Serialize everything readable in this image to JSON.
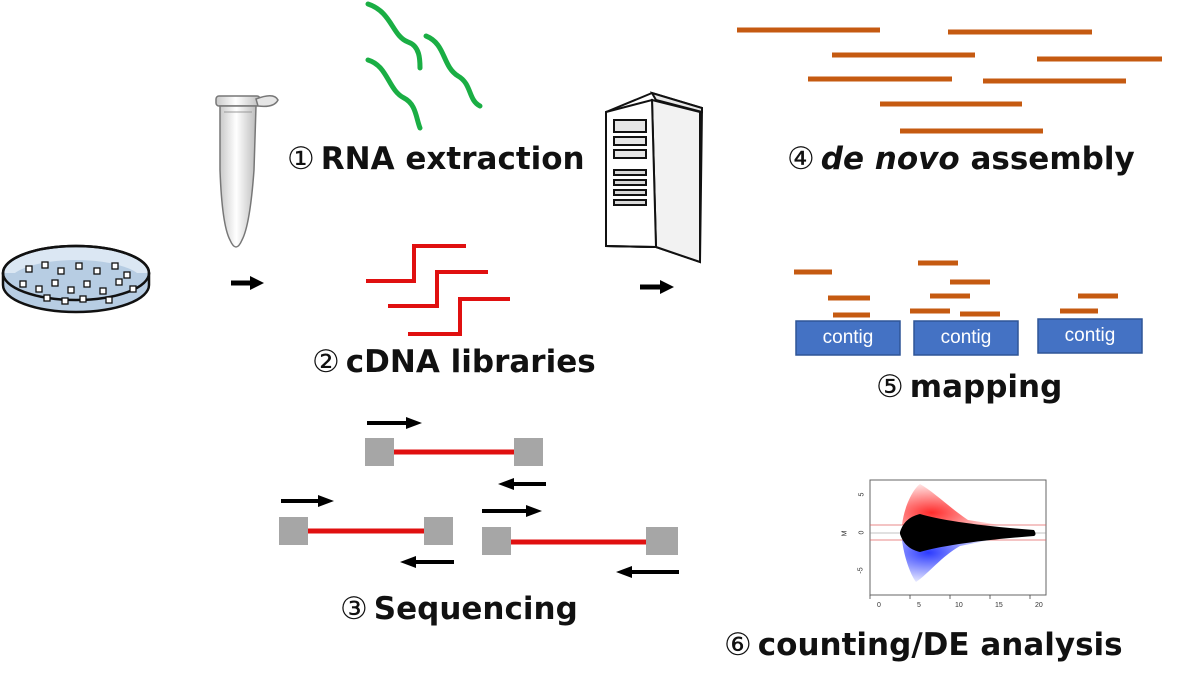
{
  "steps": [
    {
      "num": "①",
      "text": "RNA extraction"
    },
    {
      "num": "②",
      "text": "cDNA libraries"
    },
    {
      "num": "③",
      "text": "Sequencing"
    },
    {
      "num": "④",
      "text_italic": "de novo",
      "text": " assembly"
    },
    {
      "num": "⑤",
      "text": "mapping"
    },
    {
      "num": "⑥",
      "text": "counting/DE analysis"
    }
  ],
  "contigs": [
    {
      "label": "contig"
    },
    {
      "label": "contig"
    },
    {
      "label": "contig"
    }
  ],
  "ma_plot": {
    "y_axis_label": "M",
    "y_ticks": [
      "5",
      "0",
      "-5"
    ],
    "x_ticks": [
      "0",
      "5",
      "10",
      "15",
      "20"
    ]
  },
  "colors": {
    "rna_strand": "#1aae44",
    "cdna": "#e01010",
    "read": "#c55a11",
    "contig": "#4472c4",
    "adapter": "#a6a6a6",
    "up": "#ff2020",
    "down": "#2030ff"
  },
  "icons": [
    "petri-dish-icon",
    "tube-icon",
    "server-icon"
  ]
}
